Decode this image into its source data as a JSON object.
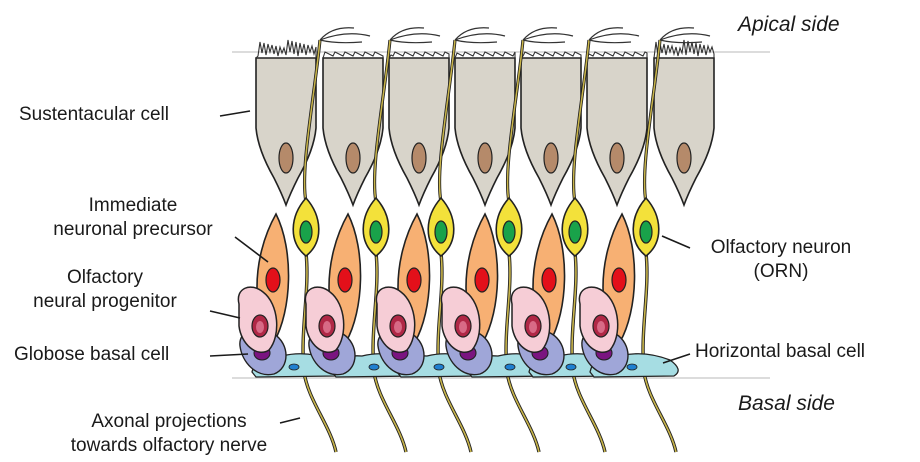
{
  "diagram": {
    "sides": {
      "apical": "Apical side",
      "basal": "Basal side"
    },
    "labels": {
      "sustentacular": "Sustentacular cell",
      "immediate_line1": "Immediate",
      "immediate_line2": "neuronal precursor",
      "progenitor_line1": "Olfactory",
      "progenitor_line2": "neural progenitor",
      "globose": "Globose basal cell",
      "axonal_line1": "Axonal projections",
      "axonal_line2": "towards olfactory nerve",
      "orn_line1": "Olfactory neuron",
      "orn_line2": "(ORN)",
      "horizontal": "Horizontal basal cell"
    },
    "colors": {
      "sustentacular_body": "#d8d4ca",
      "sustentacular_nucleus": "#b58a6a",
      "neuron_body": "#f3e13a",
      "neuron_nucleus": "#19a24a",
      "precursor_body": "#f7b073",
      "precursor_nucleus": "#e3101a",
      "progenitor_body": "#f6cdd6",
      "progenitor_nucleus": "#b02846",
      "globose_body": "#9fa6d8",
      "globose_nucleus": "#7a1480",
      "horizontal_body": "#a6dde3",
      "horizontal_nucleus": "#1f7fd0",
      "axon": "#c9b54a",
      "outline": "#222222",
      "boundary_line": "#c8c8c8"
    }
  }
}
